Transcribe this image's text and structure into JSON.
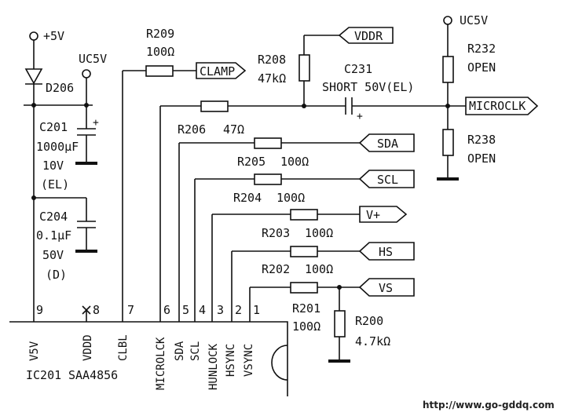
{
  "supply": {
    "plus5v": "+5V",
    "uc5v_left": "UC5V",
    "uc5v_right": "UC5V"
  },
  "diode": {
    "ref": "D206"
  },
  "capacitors": {
    "c201": {
      "ref": "C201",
      "value": "1000μF",
      "voltage": "10V",
      "type": "(EL)"
    },
    "c204": {
      "ref": "C204",
      "value": "0.1μF",
      "voltage": "50V",
      "type": "(D)"
    },
    "c231": {
      "ref": "C231",
      "spec": "SHORT  50V(EL)"
    }
  },
  "resistors": {
    "r209": {
      "ref": "R209",
      "value": "100Ω"
    },
    "r208": {
      "ref": "R208",
      "value": "47kΩ"
    },
    "r206": {
      "ref": "R206",
      "value": "47Ω"
    },
    "r205": {
      "ref": "R205",
      "value": "100Ω"
    },
    "r204": {
      "ref": "R204",
      "value": "100Ω"
    },
    "r203": {
      "ref": "R203",
      "value": "100Ω"
    },
    "r202": {
      "ref": "R202",
      "value": "100Ω"
    },
    "r201": {
      "ref": "R201",
      "value": "100Ω"
    },
    "r200": {
      "ref": "R200",
      "value": "4.7kΩ"
    },
    "r232": {
      "ref": "R232",
      "value": "OPEN"
    },
    "r238": {
      "ref": "R238",
      "value": "OPEN"
    }
  },
  "connectors": {
    "clamp": "CLAMP",
    "vddr": "VDDR",
    "microclk": "MICROCLK",
    "sda": "SDA",
    "scl": "SCL",
    "vplus": "V+",
    "hs": "HS",
    "vs": "VS"
  },
  "ic": {
    "ref": "IC201",
    "part": "SAA4856",
    "pins": [
      {
        "num": "9",
        "name": "V5V"
      },
      {
        "num": "8",
        "name": "VDDD"
      },
      {
        "num": "7",
        "name": "CLBL"
      },
      {
        "num": "6",
        "name": "MICROLCK"
      },
      {
        "num": "5",
        "name": "SDA"
      },
      {
        "num": "4",
        "name": "SCL"
      },
      {
        "num": "3",
        "name": "HUNLOCK"
      },
      {
        "num": "2",
        "name": "HSYNC"
      },
      {
        "num": "1",
        "name": "VSYNC"
      }
    ]
  },
  "watermark": "http://www.go-gddq.com"
}
